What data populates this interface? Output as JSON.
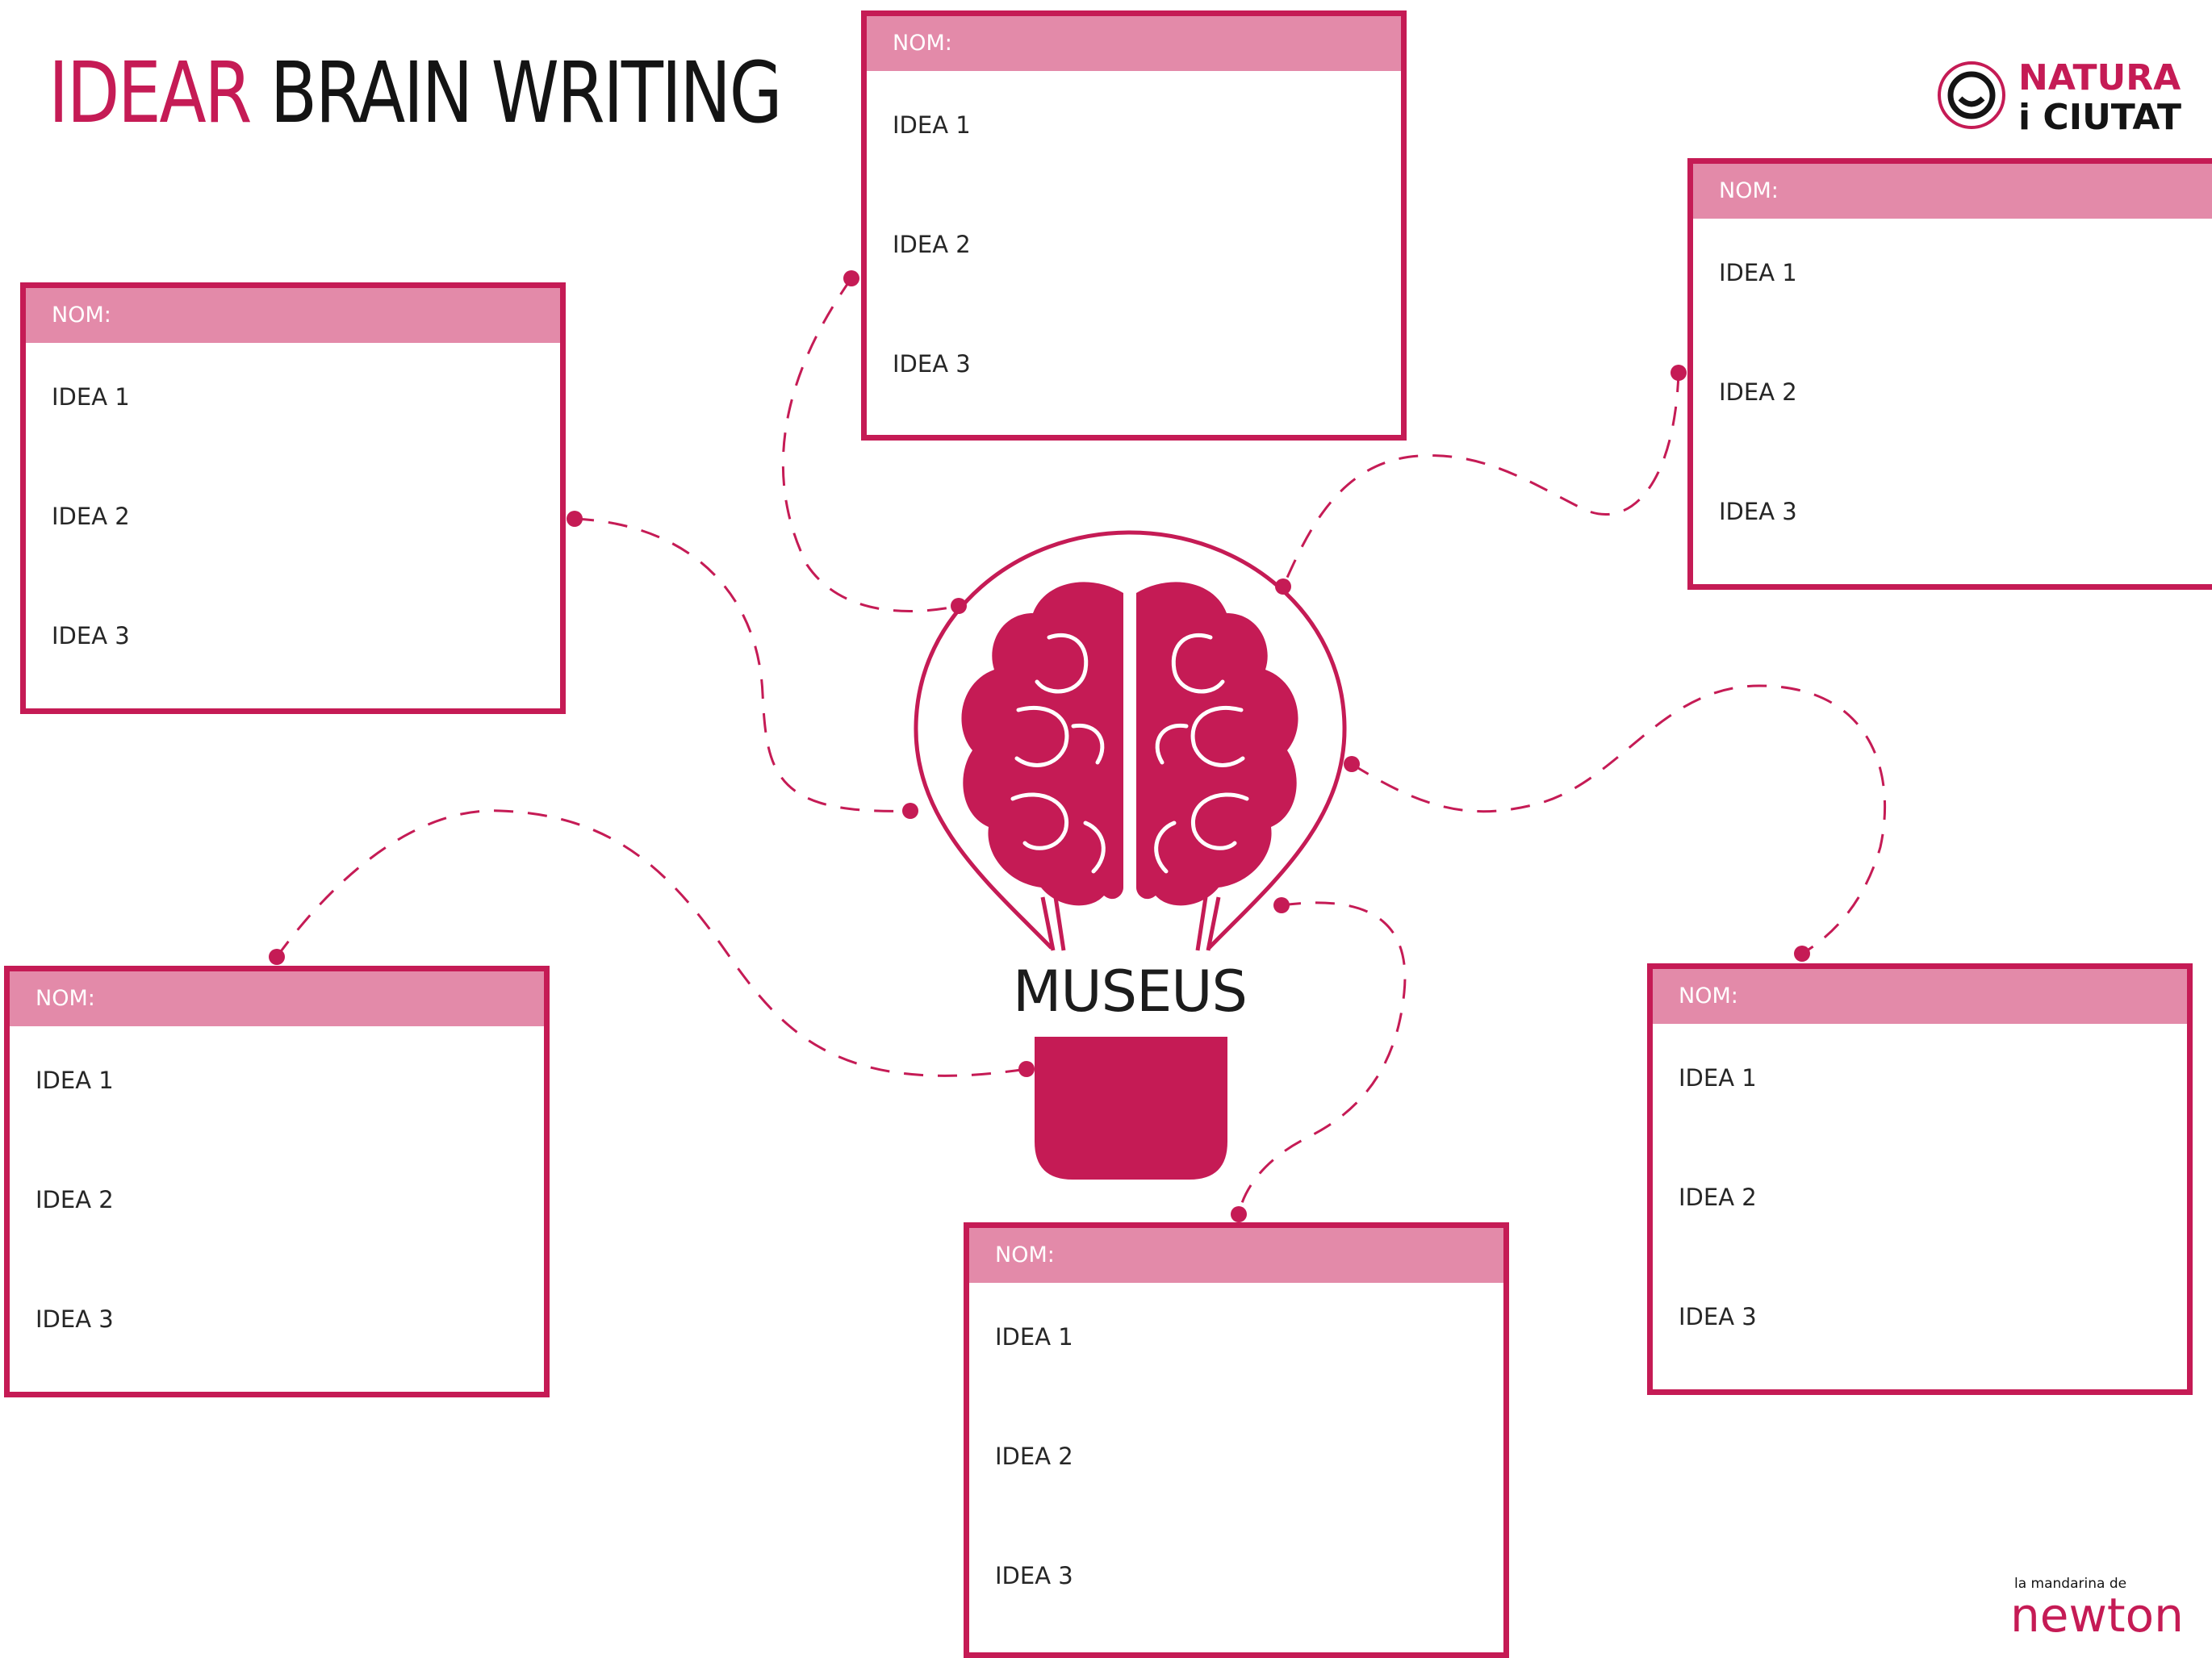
{
  "title": {
    "accent": "IDEAR",
    "rest": "BRAIN WRITING"
  },
  "center": {
    "label": "MUSEUS"
  },
  "card_template": {
    "name_label": "NOM:",
    "ideas": [
      "IDEA 1",
      "IDEA 2",
      "IDEA 3"
    ]
  },
  "cards": [
    {
      "name_label": "NOM:",
      "ideas": [
        "IDEA 1",
        "IDEA 2",
        "IDEA 3"
      ]
    },
    {
      "name_label": "NOM:",
      "ideas": [
        "IDEA 1",
        "IDEA 2",
        "IDEA 3"
      ]
    },
    {
      "name_label": "NOM:",
      "ideas": [
        "IDEA 1",
        "IDEA 2",
        "IDEA 3"
      ]
    },
    {
      "name_label": "NOM:",
      "ideas": [
        "IDEA 1",
        "IDEA 2",
        "IDEA 3"
      ]
    },
    {
      "name_label": "NOM:",
      "ideas": [
        "IDEA 1",
        "IDEA 2",
        "IDEA 3"
      ]
    },
    {
      "name_label": "NOM:",
      "ideas": [
        "IDEA 1",
        "IDEA 2",
        "IDEA 3"
      ]
    }
  ],
  "logos": {
    "natura": {
      "line1": "NATURA",
      "line2": "i CIUTAT"
    },
    "newton": {
      "small": "la mandarina de",
      "big": "newton"
    }
  },
  "colors": {
    "accent": "#c51b55",
    "header_fill": "#e38aa9",
    "text": "#262626"
  },
  "icons": {
    "center": "lightbulb-brain-icon"
  }
}
